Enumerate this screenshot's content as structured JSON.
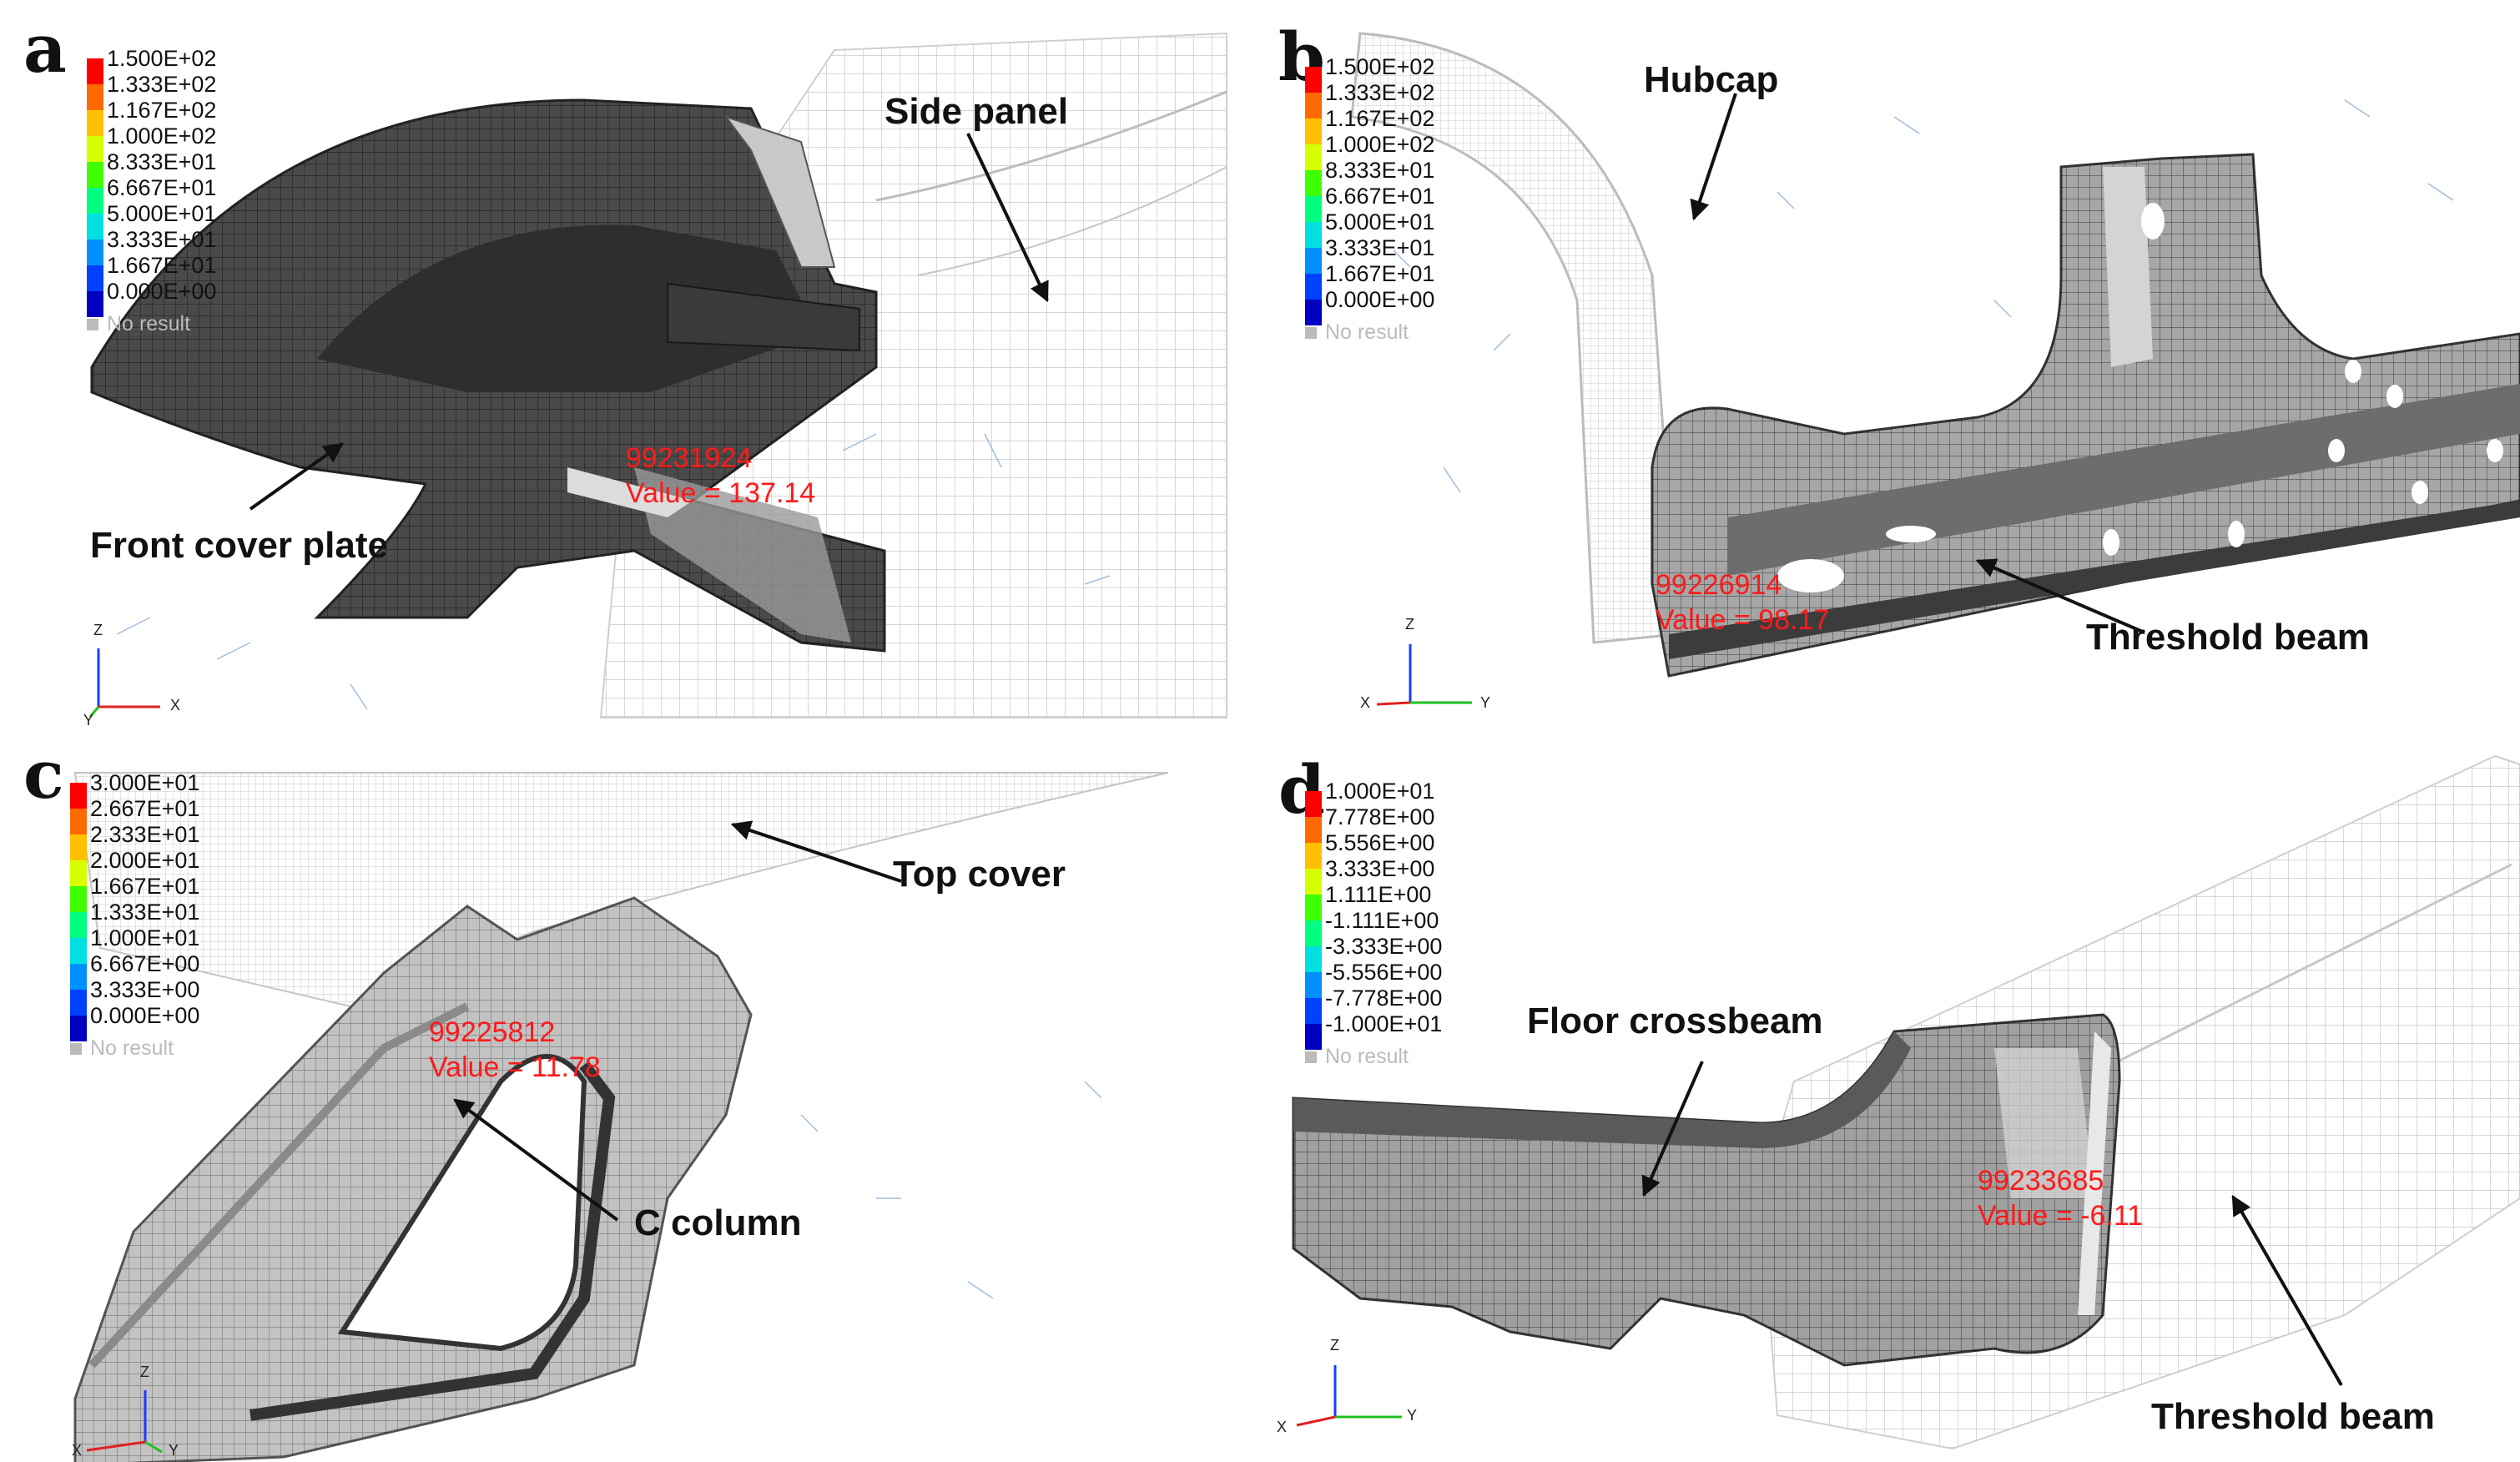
{
  "panels": {
    "a": {
      "label": "a",
      "legend": [
        "1.500E+02",
        "1.333E+02",
        "1.167E+02",
        "1.000E+02",
        "8.333E+01",
        "6.667E+01",
        "5.000E+01",
        "3.333E+01",
        "1.667E+01",
        "0.000E+00"
      ],
      "no_result": "No result",
      "callouts": {
        "primary": "Front cover plate",
        "secondary": "Side panel"
      },
      "probe": {
        "node": "99231924",
        "value": "Value = 137.14"
      },
      "axes": {
        "up": "Z",
        "right": "X",
        "depth": "Y"
      }
    },
    "b": {
      "label": "b",
      "legend": [
        "1.500E+02",
        "1.333E+02",
        "1.167E+02",
        "1.000E+02",
        "8.333E+01",
        "6.667E+01",
        "5.000E+01",
        "3.333E+01",
        "1.667E+01",
        "0.000E+00"
      ],
      "no_result": "No result",
      "callouts": {
        "primary": "Threshold beam",
        "secondary": "Hubcap"
      },
      "probe": {
        "node": "99226914",
        "value": "Value = 98.17"
      },
      "axes": {
        "up": "Z",
        "right": "Y",
        "depth": "X"
      }
    },
    "c": {
      "label": "c",
      "legend": [
        "3.000E+01",
        "2.667E+01",
        "2.333E+01",
        "2.000E+01",
        "1.667E+01",
        "1.333E+01",
        "1.000E+01",
        "6.667E+00",
        "3.333E+00",
        "0.000E+00"
      ],
      "no_result": "No result",
      "callouts": {
        "primary": "C column",
        "secondary": "Top cover"
      },
      "probe": {
        "node": "99225812",
        "value": "Value = 11.78"
      },
      "axes": {
        "up": "Z",
        "right": "X",
        "depth": "Y"
      }
    },
    "d": {
      "label": "d",
      "legend": [
        "1.000E+01",
        "7.778E+00",
        "5.556E+00",
        "3.333E+00",
        "1.111E+00",
        "-1.111E+00",
        "-3.333E+00",
        "-5.556E+00",
        "-7.778E+00",
        "-1.000E+01"
      ],
      "no_result": "No result",
      "callouts": {
        "primary": "Floor crossbeam",
        "secondary": "Threshold beam"
      },
      "probe": {
        "node": "99233685",
        "value": "Value = -6.11"
      },
      "axes": {
        "up": "Z",
        "right": "Y",
        "depth": "X"
      }
    }
  },
  "colors": {
    "scale": [
      "#ff0000",
      "#ff6a00",
      "#ffc000",
      "#d8ff00",
      "#40ff00",
      "#00ff80",
      "#00e0e0",
      "#0090ff",
      "#0040ff",
      "#0000c0"
    ],
    "probe_text": "#ff1a1a",
    "mesh_dark": "#4a4a4a",
    "mesh_light": "#a8a8a8"
  }
}
